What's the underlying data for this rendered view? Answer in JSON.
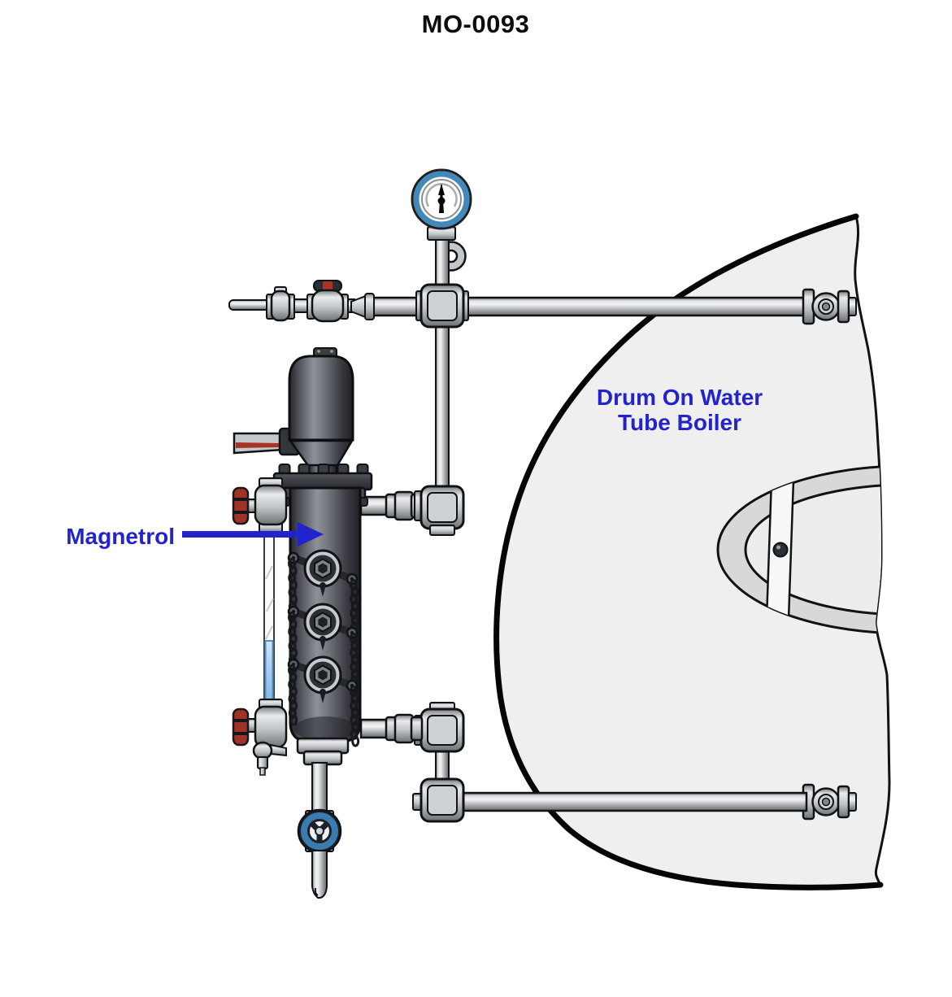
{
  "title": "MO-0093",
  "labels": {
    "magnetrol": "Magnetrol",
    "drum_line1": "Drum On Water",
    "drum_line2": "Tube Boiler"
  },
  "colors": {
    "label_blue": "#2323cd",
    "arrow_blue": "#2323cd",
    "gauge_ring_blue": "#4189b8",
    "drain_wheel_blue": "#3a7bb0",
    "valve_handle_red": "#a03226",
    "conduit_stripe_red": "#a83428",
    "drum_fill": "#efeff0",
    "manway_ring_gray": "#d6d8d9",
    "pipe_gray": "#c0c3c6",
    "chamber_dark_gray": "#4a4b53",
    "outline_black": "#101214",
    "background": "#ffffff"
  }
}
